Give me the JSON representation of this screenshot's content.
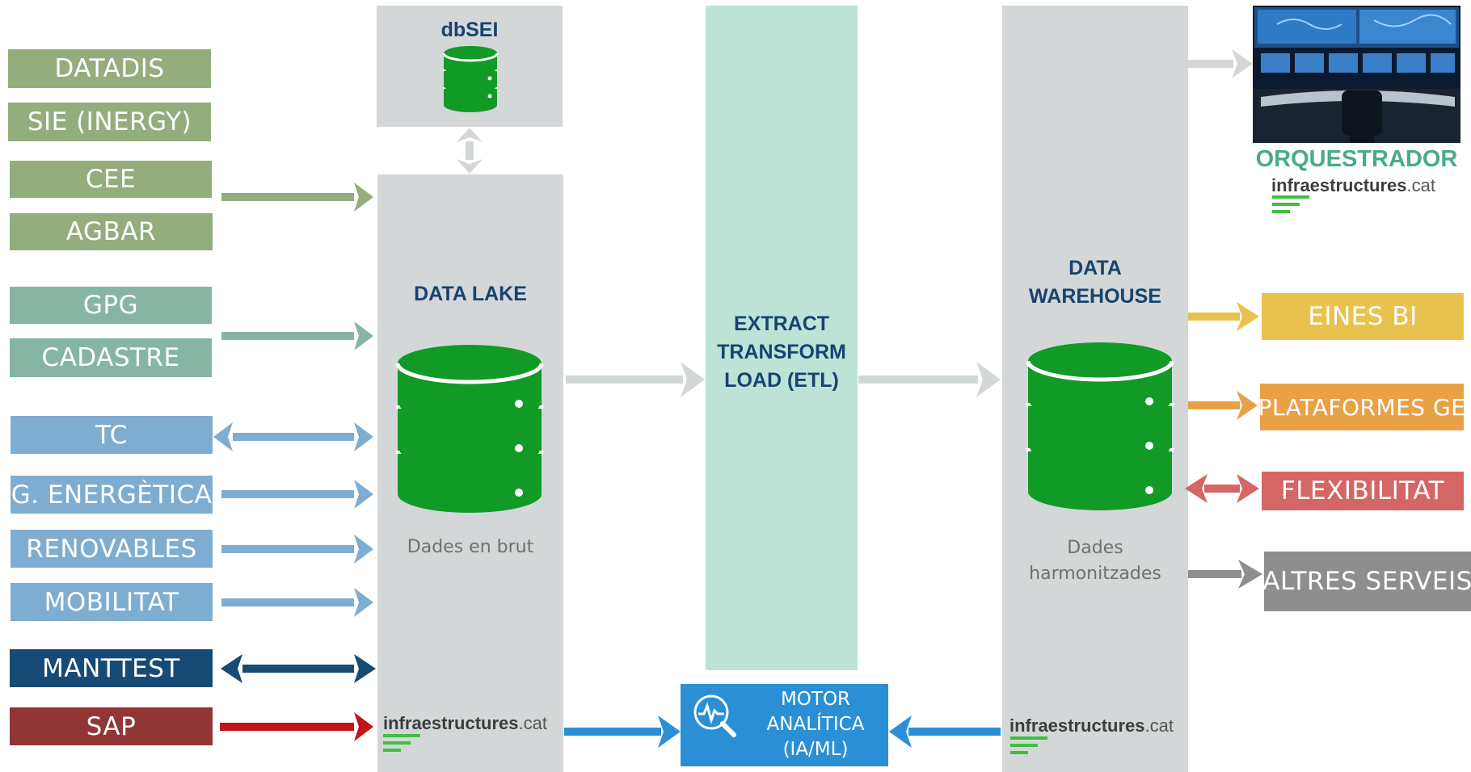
{
  "sources": [
    {
      "label": "DATADIS",
      "color": "#93ad7d"
    },
    {
      "label": "SIE (INERGY)",
      "color": "#93ad7d"
    },
    {
      "label": "CEE",
      "color": "#93ad7d"
    },
    {
      "label": "AGBAR",
      "color": "#93ad7d"
    },
    {
      "label": "GPG",
      "color": "#86b5a3"
    },
    {
      "label": "CADASTRE",
      "color": "#86b5a3"
    },
    {
      "label": "TC",
      "color": "#7eadd1"
    },
    {
      "label": "G. ENERGÈTICA",
      "color": "#7eadd1"
    },
    {
      "label": "RENOVABLES",
      "color": "#7eadd1"
    },
    {
      "label": "MOBILITAT",
      "color": "#7eadd1"
    },
    {
      "label": "MANTTEST",
      "color": "#174a75"
    },
    {
      "label": "SAP",
      "color": "#913535"
    }
  ],
  "dbsei": {
    "title": "dbSEI"
  },
  "data_lake": {
    "title": "DATA LAKE",
    "caption": "Dades en brut",
    "logo_bold": "infraestructures",
    "logo_suffix": ".cat"
  },
  "etl": {
    "line1": "EXTRACT",
    "line2": "TRANSFORM",
    "line3": "LOAD (ETL)"
  },
  "warehouse": {
    "line1": "DATA",
    "line2": "WAREHOUSE",
    "caption1": "Dades",
    "caption2": "harmonitzades",
    "logo_bold": "infraestructures",
    "logo_suffix": ".cat"
  },
  "motor": {
    "line1": "MOTOR",
    "line2": "ANALÍTICA",
    "line3": "(IA/ML)"
  },
  "orquestrador": {
    "title": "ORQUESTRADOR",
    "logo_bold": "infraestructures",
    "logo_suffix": ".cat"
  },
  "outputs": [
    {
      "label": "EINES BI",
      "color": "#e9c24e"
    },
    {
      "label": "PLATAFORMES GE",
      "color": "#e9a146"
    },
    {
      "label": "FLEXIBILITAT",
      "color": "#d56666"
    },
    {
      "label": "ALTRES SERVEIS",
      "color": "#8e8e8e"
    }
  ],
  "colors": {
    "panel": "#d3d7d8",
    "etl_panel": "#bde3d6",
    "db_green": "#129a26",
    "motor_blue": "#2b8fd6",
    "title_navy": "#17436e",
    "orq_green": "#49aa8c"
  },
  "icons": [
    "database-icon",
    "analytics-search-icon",
    "control-room-image",
    "infraestructures-logo-icon"
  ]
}
